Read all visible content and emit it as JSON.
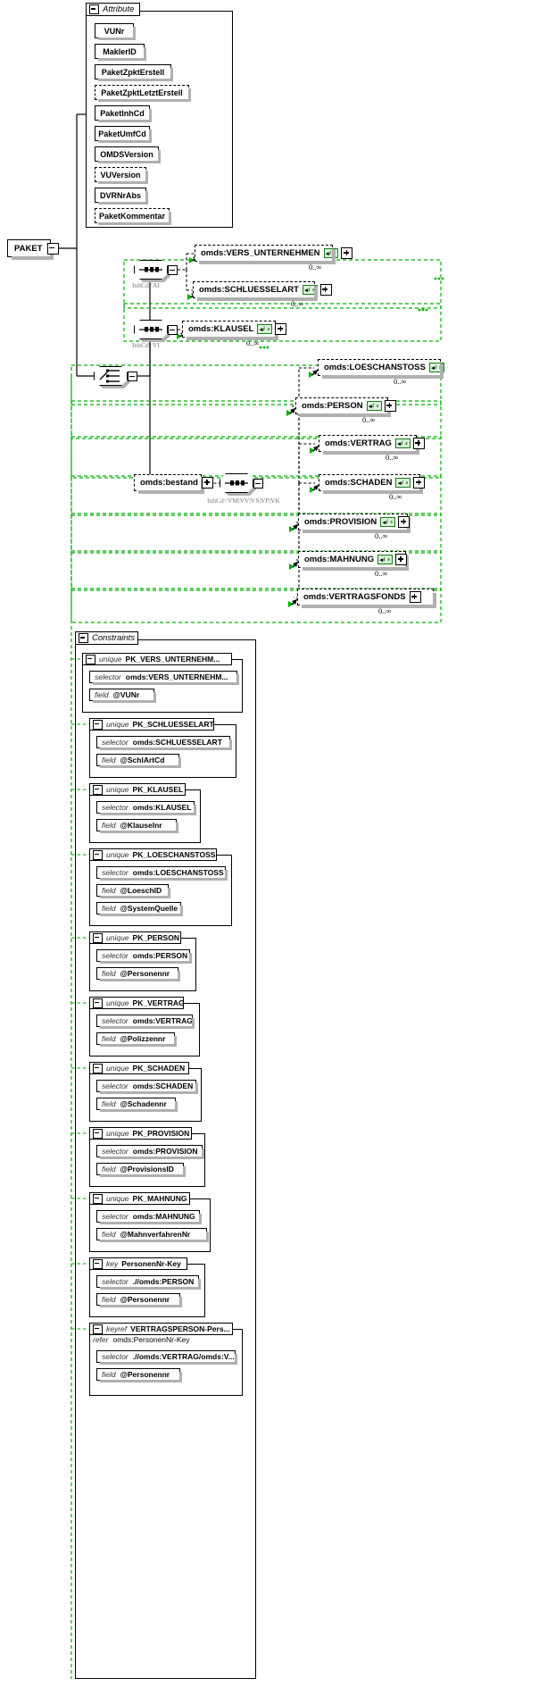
{
  "diagram": {
    "type": "xml-schema-element-diagram",
    "root_element": {
      "name": "PAKET",
      "expander": "minus"
    },
    "attribute_section": {
      "title": "Attribute",
      "collapse_icon": "minus-icon",
      "attributes": [
        {
          "name": "VUNr",
          "required": true
        },
        {
          "name": "MaklerID",
          "required": true
        },
        {
          "name": "PaketZpktErstell",
          "required": true
        },
        {
          "name": "PaketZpktLetztErstell",
          "required": false
        },
        {
          "name": "PaketInhCd",
          "required": true
        },
        {
          "name": "PaketUmfCd",
          "required": true
        },
        {
          "name": "OMDSVersion",
          "required": true
        },
        {
          "name": "VUVersion",
          "required": false
        },
        {
          "name": "DVRNrAbs",
          "required": true
        },
        {
          "name": "PaketKommentar",
          "required": false
        }
      ]
    },
    "compositors": {
      "choice": {
        "kind": "choice",
        "label": ""
      },
      "sequences": [
        {
          "kind": "sequence",
          "label": "InhCd=AI"
        },
        {
          "kind": "sequence",
          "label": "InhCd=VI"
        },
        {
          "kind": "sequence",
          "label": "InhCd=VM|VV|VS|VP|VK"
        }
      ]
    },
    "groups": [
      {
        "compositor_label": "InhCd=AI",
        "elements": [
          {
            "name": "omds:VERS_UNTERNEHMEN",
            "badge": "i s",
            "occurrence": "0..∞",
            "expander": "plus"
          },
          {
            "name": "omds:SCHLUESSELART",
            "badge": "i s",
            "occurrence": "0..∞",
            "expander": "plus"
          }
        ]
      },
      {
        "compositor_label": "InhCd=VI",
        "elements": [
          {
            "name": "omds:KLAUSEL",
            "badge": "i s",
            "occurrence": "0..∞",
            "expander": "plus"
          }
        ]
      },
      {
        "compositor_label": "InhCd=VM|VV|VS|VP|VK",
        "parent": {
          "name": "omds:bestand",
          "expander": "plus"
        },
        "elements": [
          {
            "name": "omds:LOESCHANSTOSS",
            "badge": "i s",
            "occurrence": "0..∞",
            "expander": "plus"
          },
          {
            "name": "omds:PERSON",
            "badge": "i s",
            "occurrence": "0..∞",
            "expander": "plus"
          },
          {
            "name": "omds:VERTRAG",
            "badge": "i s",
            "occurrence": "0..∞",
            "expander": "plus"
          },
          {
            "name": "omds:SCHADEN",
            "badge": "i s",
            "occurrence": "0..∞",
            "expander": "plus"
          },
          {
            "name": "omds:PROVISION",
            "badge": "i s",
            "occurrence": "0..∞",
            "expander": "plus"
          },
          {
            "name": "omds:MAHNUNG",
            "badge": "i s",
            "occurrence": "0..∞",
            "expander": "plus"
          },
          {
            "name": "omds:VERTRAGSFONDS",
            "badge": "",
            "occurrence": "0..∞",
            "expander": "plus"
          }
        ]
      }
    ],
    "constraints_section": {
      "title": "Constraints",
      "collapse_icon": "minus-icon",
      "items": [
        {
          "kind": "unique",
          "name": "PK_VERS_UNTERNEHM...",
          "rows": [
            {
              "kw": "selector",
              "value": "omds:VERS_UNTERNEHM..."
            },
            {
              "kw": "field",
              "value": "@VUNr"
            }
          ]
        },
        {
          "kind": "unique",
          "name": "PK_SCHLUESSELART",
          "rows": [
            {
              "kw": "selector",
              "value": "omds:SCHLUESSELART"
            },
            {
              "kw": "field",
              "value": "@SchlArtCd"
            }
          ]
        },
        {
          "kind": "unique",
          "name": "PK_KLAUSEL",
          "rows": [
            {
              "kw": "selector",
              "value": "omds:KLAUSEL"
            },
            {
              "kw": "field",
              "value": "@Klauselnr"
            }
          ]
        },
        {
          "kind": "unique",
          "name": "PK_LOESCHANSTOSS",
          "rows": [
            {
              "kw": "selector",
              "value": "omds:LOESCHANSTOSS"
            },
            {
              "kw": "field",
              "value": "@LoeschID"
            },
            {
              "kw": "field",
              "value": "@SystemQuelle"
            }
          ]
        },
        {
          "kind": "unique",
          "name": "PK_PERSON",
          "rows": [
            {
              "kw": "selector",
              "value": "omds:PERSON"
            },
            {
              "kw": "field",
              "value": "@Personennr"
            }
          ]
        },
        {
          "kind": "unique",
          "name": "PK_VERTRAG",
          "rows": [
            {
              "kw": "selector",
              "value": "omds:VERTRAG"
            },
            {
              "kw": "field",
              "value": "@Polizzennr"
            }
          ]
        },
        {
          "kind": "unique",
          "name": "PK_SCHADEN",
          "rows": [
            {
              "kw": "selector",
              "value": "omds:SCHADEN"
            },
            {
              "kw": "field",
              "value": "@Schadennr"
            }
          ]
        },
        {
          "kind": "unique",
          "name": "PK_PROVISION",
          "rows": [
            {
              "kw": "selector",
              "value": "omds:PROVISION"
            },
            {
              "kw": "field",
              "value": "@ProvisionsID"
            }
          ]
        },
        {
          "kind": "unique",
          "name": "PK_MAHNUNG",
          "rows": [
            {
              "kw": "selector",
              "value": "omds:MAHNUNG"
            },
            {
              "kw": "field",
              "value": "@MahnverfahrenNr"
            }
          ]
        },
        {
          "kind": "key",
          "name": "PersonenNr-Key",
          "rows": [
            {
              "kw": "selector",
              "value": ".//omds:PERSON"
            },
            {
              "kw": "field",
              "value": "@Personennr"
            }
          ]
        },
        {
          "kind": "keyref",
          "name": "VERTRAGSPERSON-Pers...",
          "refer": {
            "kw": "refer",
            "value": "omds:PersonenNr-Key"
          },
          "rows": [
            {
              "kw": "selector",
              "value": ".//omds:VERTRAG/omds:V..."
            },
            {
              "kw": "field",
              "value": "@Personennr"
            }
          ]
        }
      ]
    },
    "colors": {
      "line": "#000000",
      "model_group_line": "#00b000",
      "badge_bg": "#d9f2d9",
      "badge_border": "#1a7a1a",
      "shadow": "#b0b0b0",
      "muted_label": "#777777"
    }
  }
}
